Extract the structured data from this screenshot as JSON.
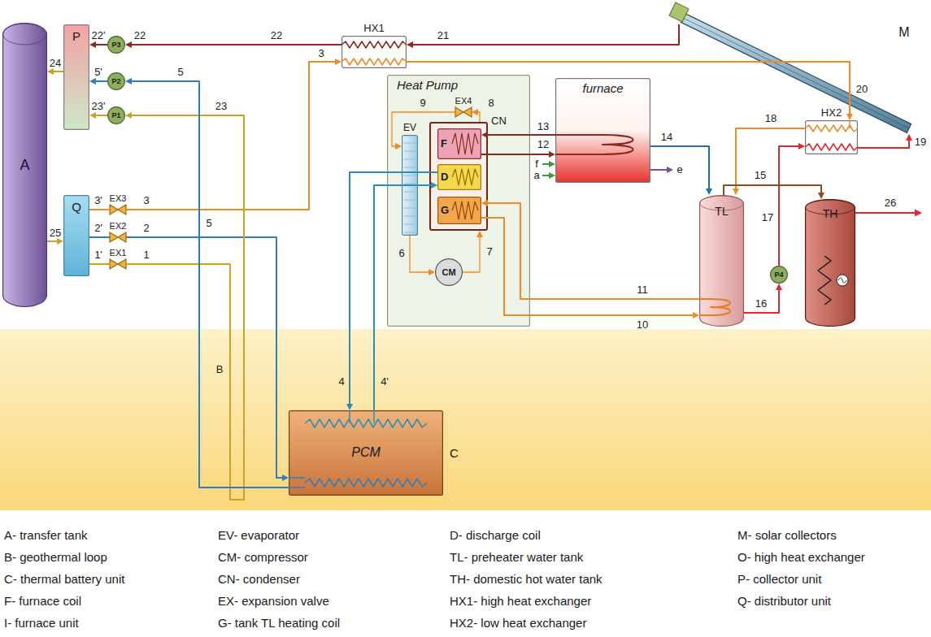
{
  "diagram": {
    "nodes": [
      {
        "text": [
          "A"
        ]
      },
      {
        "text": [
          "P"
        ]
      },
      {
        "text": [
          "Q"
        ]
      },
      {
        "text": [
          "P3"
        ]
      },
      {
        "text": [
          "P2"
        ]
      },
      {
        "text": [
          "P1"
        ]
      },
      {
        "text": [
          "EX3"
        ]
      },
      {
        "text": [
          "EX2"
        ]
      },
      {
        "text": [
          "EX1"
        ]
      },
      {
        "text": [
          "HX1"
        ]
      },
      {
        "text": [
          "M"
        ]
      },
      {
        "text": [
          "Heat Pump"
        ]
      },
      {
        "text": [
          "EX4"
        ],
        "in": 11
      },
      {
        "text": [
          "EV"
        ],
        "in": 11
      },
      {
        "text": [
          "CN"
        ],
        "in": 11
      },
      {
        "text": [
          "D"
        ],
        "in": 14
      },
      {
        "text": [
          "F"
        ],
        "in": 14
      },
      {
        "text": [
          "G"
        ],
        "in": 14
      },
      {
        "text": [
          "CM"
        ],
        "in": 11
      },
      {
        "text": [
          "furnace"
        ]
      },
      {
        "text": [
          "TL"
        ]
      },
      {
        "text": [
          "HX2"
        ]
      },
      {
        "text": [
          "P4"
        ]
      },
      {
        "text": [
          "TH"
        ]
      },
      {
        "text": [
          "PCM",
          "C"
        ]
      }
    ],
    "edges": [
      {
        "from": 1,
        "to": 0,
        "arrow": "to"
      },
      {
        "from": 0,
        "to": 2,
        "arrow": "to"
      },
      {
        "from": 3,
        "to": 1,
        "arrow": "to"
      },
      {
        "from": 4,
        "to": 1,
        "arrow": "to"
      },
      {
        "from": 5,
        "to": 1,
        "arrow": "to"
      },
      {
        "from": 2,
        "to": 6,
        "arrow": "none"
      },
      {
        "from": 2,
        "to": 7,
        "arrow": "none"
      },
      {
        "from": 2,
        "to": 8,
        "arrow": "none"
      },
      {
        "from": 6,
        "to": 9,
        "arrow": "to"
      },
      {
        "from": 7,
        "to": 24,
        "arrow": "to"
      },
      {
        "from": 8,
        "to": 5,
        "arrow": "to"
      },
      {
        "from": 24,
        "to": 4,
        "arrow": "to"
      },
      {
        "from": 10,
        "to": 9,
        "arrow": "to"
      },
      {
        "from": 9,
        "to": 3,
        "arrow": "to"
      },
      {
        "from": 9,
        "to": 21,
        "arrow": "to"
      },
      {
        "from": 21,
        "to": 20,
        "arrow": "to"
      },
      {
        "from": 21,
        "to": 10,
        "arrow": "to"
      },
      {
        "from": 22,
        "to": 21,
        "arrow": "to"
      },
      {
        "from": 20,
        "to": 22,
        "arrow": "to"
      },
      {
        "from": 20,
        "to": 23,
        "arrow": "to"
      },
      {
        "from": 19,
        "to": 20,
        "arrow": "to"
      },
      {
        "from": 19,
        "to": 16,
        "arrow": "to"
      },
      {
        "from": 16,
        "to": 19,
        "arrow": "to"
      },
      {
        "from": 15,
        "to": 24,
        "arrow": "to"
      },
      {
        "from": 24,
        "to": 15,
        "arrow": "to"
      },
      {
        "from": 17,
        "to": 20,
        "arrow": "to"
      },
      {
        "from": 20,
        "to": 17,
        "arrow": "to"
      },
      {
        "from": 14,
        "to": 12,
        "arrow": "to"
      },
      {
        "from": 12,
        "to": 13,
        "arrow": "to"
      },
      {
        "from": 13,
        "to": 18,
        "arrow": "to"
      },
      {
        "from": 18,
        "to": 14,
        "arrow": "to"
      }
    ],
    "labels": [
      "24",
      "25",
      "22'",
      "5'",
      "23'",
      "22",
      "5",
      "23",
      "3'",
      "3",
      "2'",
      "2",
      "1'",
      "1",
      "5",
      "B",
      "22",
      "3",
      "21",
      "9",
      "8",
      "6",
      "7",
      "13",
      "12",
      "f",
      "a",
      "e",
      "14",
      "4",
      "4'",
      "11",
      "10",
      "15",
      "18",
      "17",
      "16",
      "20",
      "19",
      "26"
    ],
    "legend": [
      {
        "text": "A- transfer tank"
      },
      {
        "text": "B- geothermal loop"
      },
      {
        "text": "C- thermal battery unit"
      },
      {
        "text": "F- furnace coil"
      },
      {
        "text": "I- furnace unit"
      },
      {
        "text": "EV- evaporator"
      },
      {
        "text": "CM- compressor"
      },
      {
        "text": "CN- condenser"
      },
      {
        "text": "EX- expansion valve"
      },
      {
        "text": "G- tank TL heating coil"
      },
      {
        "text": "D- discharge coil"
      },
      {
        "text": "TL- preheater water tank"
      },
      {
        "text": "TH- domestic hot water tank"
      },
      {
        "text": "HX1- high heat exchanger"
      },
      {
        "text": "HX2- low heat exchanger"
      },
      {
        "text": "M- solar collectors"
      },
      {
        "text": "O- high heat exchanger"
      },
      {
        "text": "P- collector unit"
      },
      {
        "text": "Q- distributor unit"
      }
    ]
  }
}
